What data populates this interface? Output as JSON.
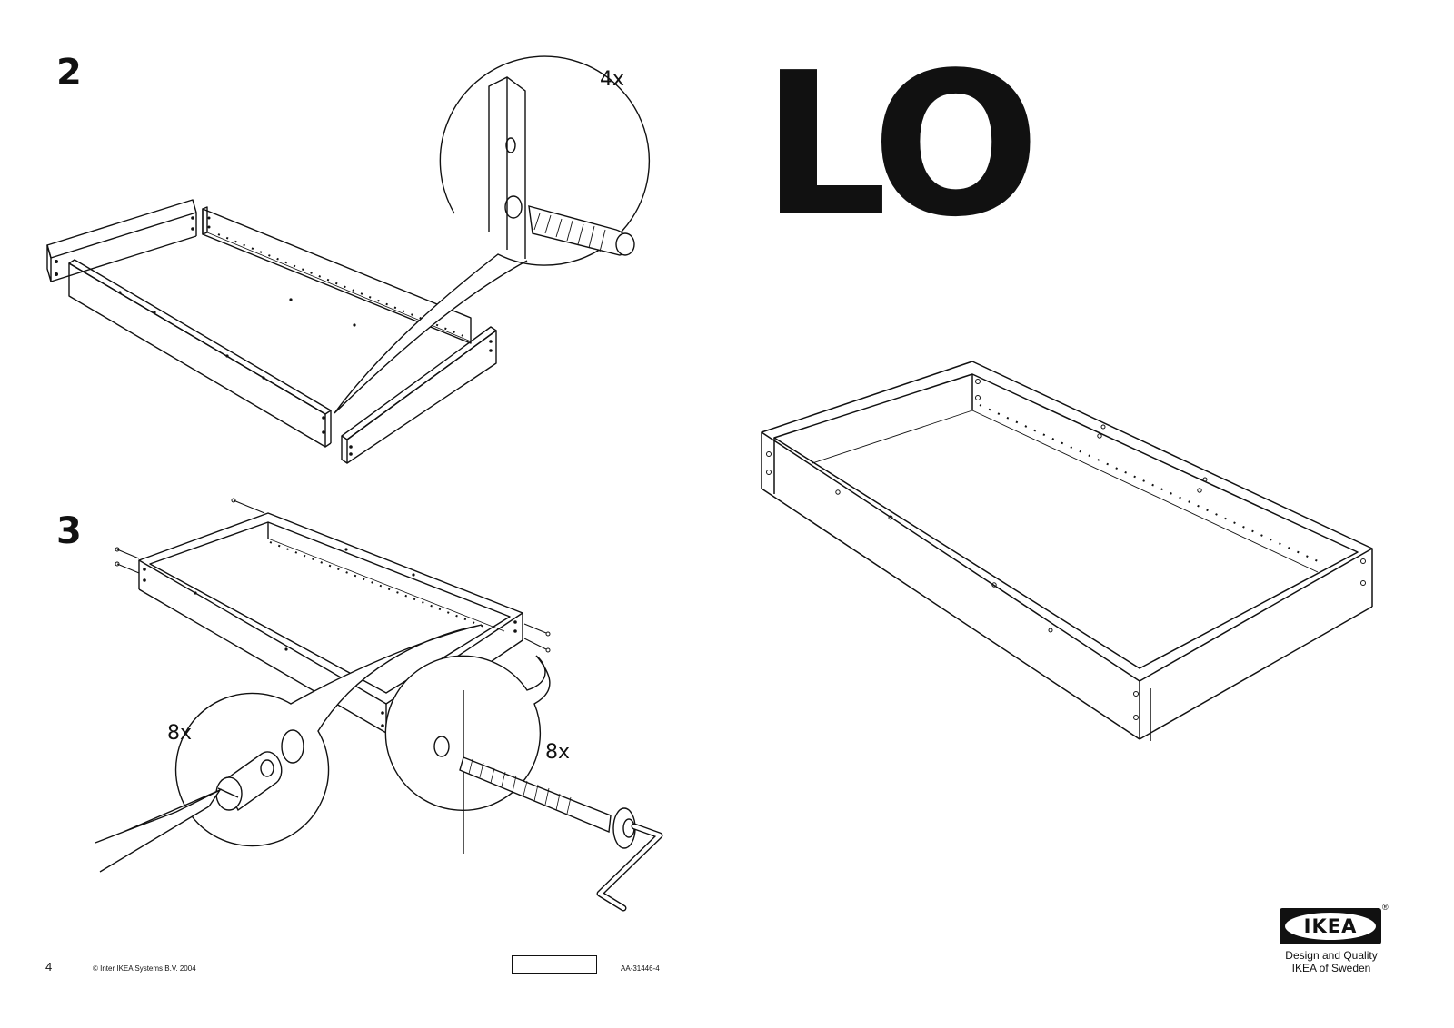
{
  "steps": {
    "step2": {
      "number": "2",
      "quantity": "4x"
    },
    "step3": {
      "number": "3",
      "quantity_cam": "8x",
      "quantity_bolt": "8x"
    }
  },
  "product": {
    "name": "LO"
  },
  "footer": {
    "page_number": "4",
    "copyright": "© Inter IKEA Systems B.V. 2004",
    "article_code": "AA-31446-4"
  },
  "brand": {
    "logo_text": "IKEA",
    "registered_mark": "®",
    "tagline_line1": "Design and Quality",
    "tagline_line2": "IKEA of Sweden"
  }
}
